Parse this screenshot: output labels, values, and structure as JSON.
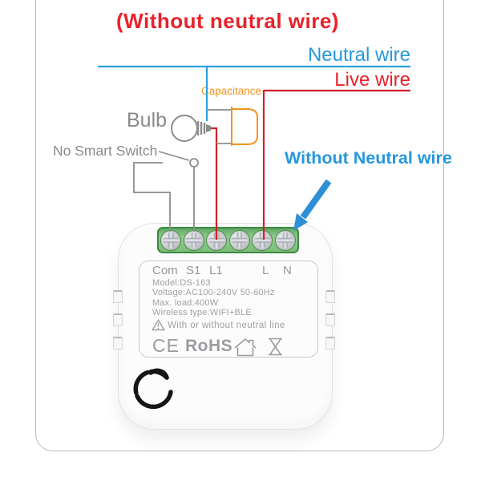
{
  "title": "(Without neutral wire)",
  "wiring": {
    "neutral_label": "Neutral wire",
    "live_label": "Live wire",
    "capacitance_label": "Capacitance",
    "bulb_label": "Bulb",
    "switch_label": "No Smart Switch",
    "callout_label": "Without Neutral wire"
  },
  "device": {
    "terminals": [
      "Com",
      "S1",
      "L1",
      "",
      "L",
      "N"
    ],
    "specs": {
      "model": "Model:DS-163",
      "voltage": "Voltage:AC100-240V 50-60Hz",
      "max_load": "Max. load:400W",
      "wireless": "Wireless type:WIFI+BLE"
    },
    "warning": "With or without neutral line",
    "certifications": {
      "ce": "CE",
      "rohs": "RoHS"
    }
  },
  "colors": {
    "title_red": "#e8222a",
    "live_wire_red": "#d41f26",
    "neutral_blue": "#2598dc",
    "arrow_blue": "#2d8fd5",
    "capacitance_orange": "#f2941d",
    "wire_gray": "#8c8c8c",
    "device_text_gray": "#9fa0a5",
    "terminal_green": "#7cbd79"
  }
}
